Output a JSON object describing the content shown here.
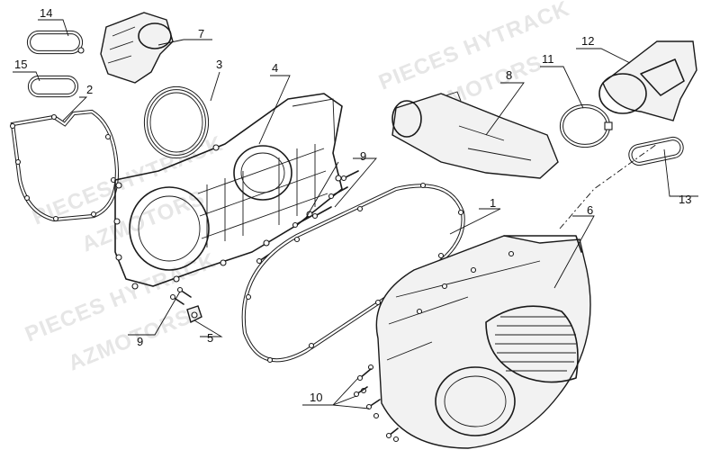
{
  "watermark": {
    "line1": "PIECES HYTRACK",
    "line2": "AZMOTORS"
  },
  "callouts": {
    "c1": "1",
    "c2": "2",
    "c3": "3",
    "c4": "4",
    "c5": "5",
    "c6": "6",
    "c7": "7",
    "c8": "8",
    "c9a": "9",
    "c9b": "9",
    "c10": "10",
    "c11": "11",
    "c12": "12",
    "c13": "13",
    "c14": "14",
    "c15": "15"
  },
  "colors": {
    "line": "#1a1a1a",
    "watermark": "#e6e6e6",
    "background": "#ffffff"
  }
}
